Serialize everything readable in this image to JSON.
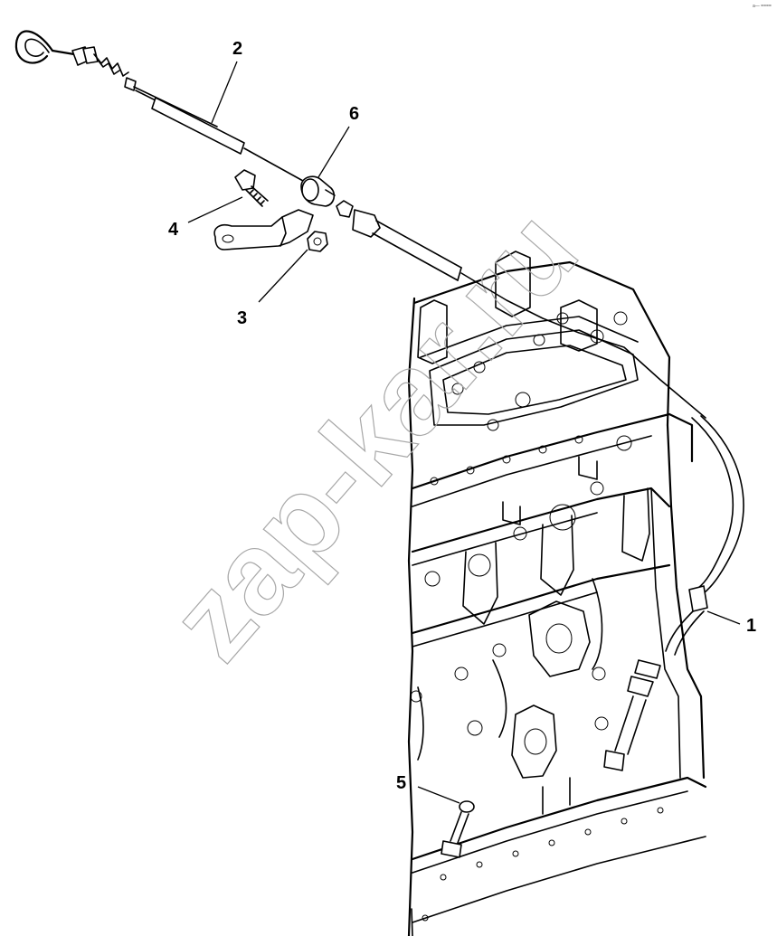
{
  "watermark": "zap-kar.ru",
  "corner_mark": "a— ====",
  "callouts": [
    {
      "id": "1",
      "label": "1"
    },
    {
      "id": "2",
      "label": "2"
    },
    {
      "id": "3",
      "label": "3"
    },
    {
      "id": "4",
      "label": "4"
    },
    {
      "id": "5",
      "label": "5"
    },
    {
      "id": "6",
      "label": "6"
    }
  ]
}
